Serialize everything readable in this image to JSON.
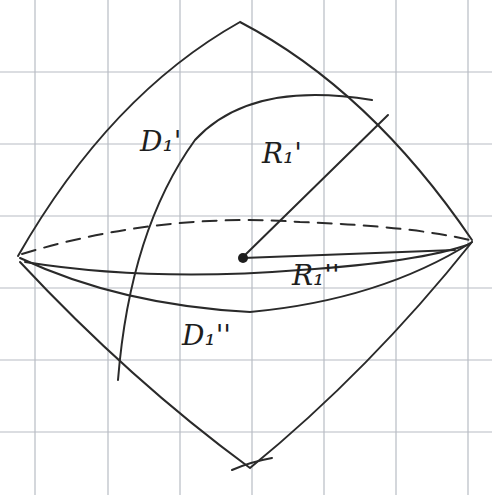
{
  "diagram": {
    "labels": [
      "D₁'",
      "R₁'",
      "R₁''",
      "D₁''"
    ]
  }
}
